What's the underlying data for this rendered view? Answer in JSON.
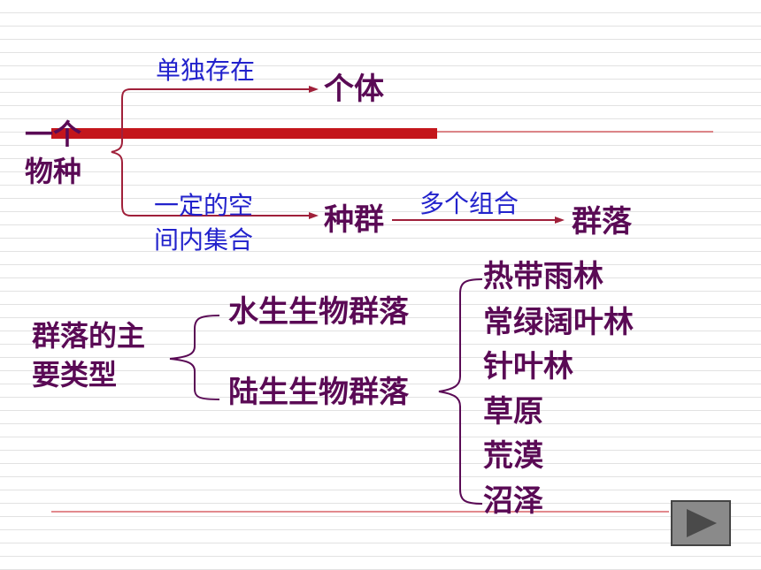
{
  "top": {
    "subject": "一个物种",
    "branch1_label": "单独存在",
    "branch1_target": "个体",
    "branch2_label_line1": "一定的空",
    "branch2_label_line2": "间内集合",
    "branch2_target": "种群",
    "step_label": "多个组合",
    "step_target": "群落"
  },
  "bottom": {
    "root_line1": "群落的主",
    "root_line2": "要类型",
    "aquatic": "水生生物群落",
    "terrestrial": "陆生生物群落",
    "terrestrial_types": [
      "热带雨林",
      "常绿阔叶林",
      "针叶林",
      "草原",
      "荒漠",
      "沼泽"
    ]
  },
  "colors": {
    "accent_red": "#c4161c",
    "text_purple": "#5a0a55",
    "label_blue": "#2222cc"
  }
}
